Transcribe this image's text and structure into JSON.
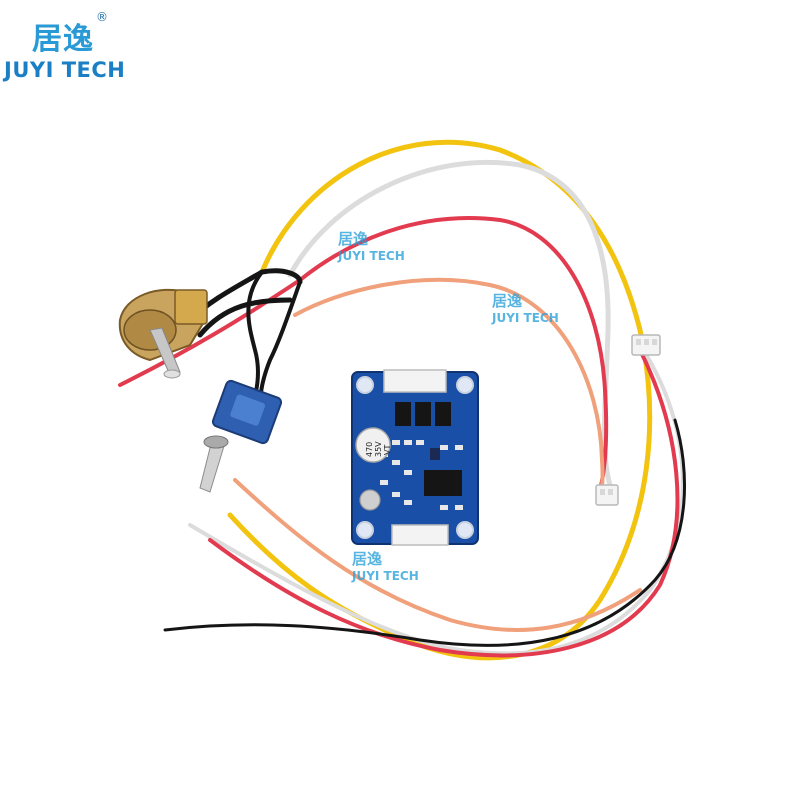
{
  "logo": {
    "brand_cn": "居逸",
    "registered": "®",
    "brand_en": "JUYI TECH"
  },
  "watermarks": [
    {
      "cn": "居逸",
      "en": "JUYI TECH"
    },
    {
      "cn": "居逸",
      "en": "JUYI TECH"
    },
    {
      "cn": "居逸",
      "en": "JUYI TECH"
    }
  ],
  "components": {
    "capacitor_label": [
      "470",
      "35V",
      "VT"
    ]
  },
  "colors": {
    "wire_yellow": "#f2c40f",
    "wire_white": "#e6e6e6",
    "wire_red": "#e23a4e",
    "wire_orange": "#f0a07a",
    "wire_black": "#151515",
    "pcb_blue": "#1a4fa8",
    "brand_blue": "#1a7fc4"
  }
}
